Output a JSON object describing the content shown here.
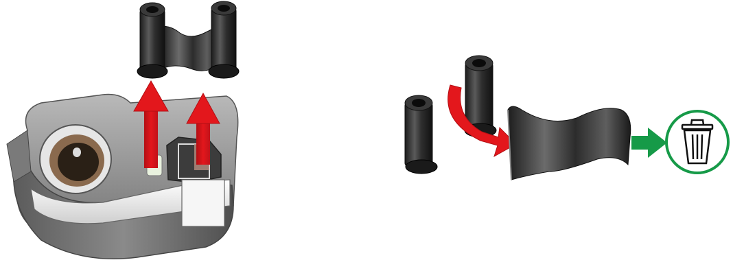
{
  "figure": {
    "steps": [
      {
        "name": "remove-ribbon-from-cartridge",
        "icons": [
          "ribbon-spools",
          "up-arrow",
          "up-arrow",
          "label-cartridge"
        ]
      },
      {
        "name": "discard-used-ribbon",
        "icons": [
          "ribbon-spool",
          "ribbon-spool",
          "curved-arrow",
          "ribbon-strip",
          "right-arrow",
          "trash-icon"
        ]
      }
    ],
    "colors": {
      "arrow_red": "#e3171c",
      "arrow_green": "#169a48",
      "ribbon_dark": "#2b2b2b",
      "cartridge_gray": "#8d8d8d",
      "label_white": "#f2f2f2",
      "trash_ring": "#169a48"
    }
  }
}
